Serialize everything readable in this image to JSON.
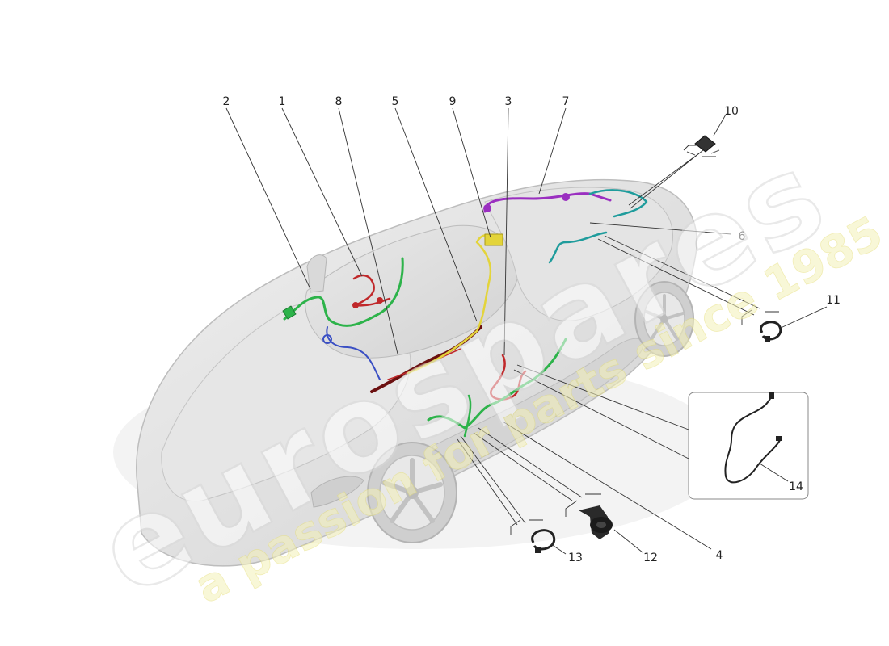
{
  "callouts": [
    "1",
    "2",
    "3",
    "4",
    "5",
    "6",
    "7",
    "8",
    "9",
    "10",
    "11",
    "12",
    "13",
    "14"
  ],
  "watermark": {
    "brand": "eurospares",
    "tagline": "a passion for parts since 1985"
  },
  "colors": {
    "car_body": "#dcdcdc",
    "harness_green": "#2db34a",
    "harness_red": "#c0282a",
    "harness_blue": "#3a4fc4",
    "harness_yellow": "#e3d43a",
    "harness_purple": "#9a2fc0",
    "harness_teal": "#1f9c9c",
    "harness_dark_red": "#6b1010",
    "watermark_tagline": "#f4f1b8"
  },
  "icons": [
    "wiring-harness-icon",
    "cable-clip-icon",
    "grommet-icon",
    "connector-pad-icon"
  ]
}
